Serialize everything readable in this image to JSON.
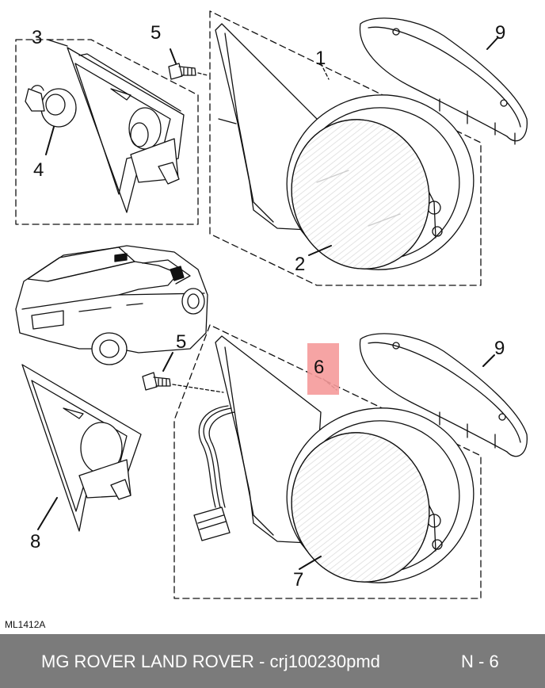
{
  "callouts": {
    "c1": "1",
    "c2": "2",
    "c3": "3",
    "c4": "4",
    "c5a": "5",
    "c5b": "5",
    "c6": "6",
    "c7": "7",
    "c8": "8",
    "c9a": "9",
    "c9b": "9"
  },
  "diagram_code": "ML1412A",
  "footer": {
    "brand_text": "MG ROVER LAND ROVER - crj100230pmd",
    "page_text": "N - 6"
  },
  "colors": {
    "highlight": "#f59a9a",
    "footer_bg": "#7b7b7b",
    "line": "#111111"
  }
}
